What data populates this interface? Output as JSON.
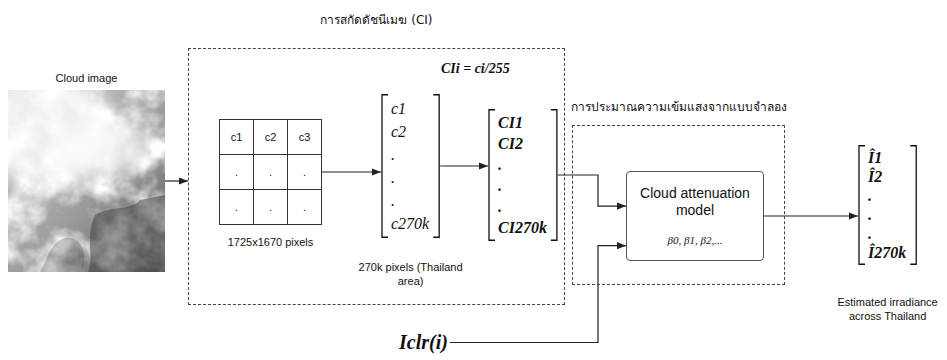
{
  "diagram": {
    "nodes": [
      {
        "text": [
          "Cloud image"
        ]
      },
      {
        "text": [
          "การสกัดดัชนีเมฆ (CI)",
          "CIi = ci/255"
        ]
      },
      {
        "text": [
          "c1",
          "c2",
          "c3",
          ".",
          ".",
          ".",
          ".",
          ".",
          ".",
          "1725x1670 pixels"
        ],
        "in": 1
      },
      {
        "text": [
          "c1",
          "c2",
          ".",
          ".",
          ".",
          "c270k",
          "270k pixels (Thailand area)"
        ],
        "in": 1
      },
      {
        "text": [
          "CI1",
          "CI2",
          ".",
          ".",
          ".",
          "CI270k"
        ],
        "in": 1
      },
      {
        "text": [
          "การประมาณความเข้มแสงจากแบบจำลอง"
        ]
      },
      {
        "text": [
          "Cloud attenuation model",
          "β0, β1, β2,..."
        ],
        "in": 5
      },
      {
        "text": [
          "Î1",
          "Î2",
          ".",
          ".",
          ".",
          "Î270k",
          "Estimated irradiance across Thailand"
        ]
      },
      {
        "text": [
          "Iclr(i)"
        ]
      }
    ],
    "edges": [
      {
        "from": 0,
        "to": 1,
        "arrow": "to"
      },
      {
        "from": 2,
        "to": 3,
        "arrow": "to"
      },
      {
        "from": 3,
        "to": 4,
        "arrow": "to"
      },
      {
        "from": 4,
        "to": 6,
        "arrow": "to"
      },
      {
        "from": 8,
        "to": 6,
        "arrow": "to"
      },
      {
        "from": 6,
        "to": 7,
        "arrow": "to"
      }
    ]
  }
}
